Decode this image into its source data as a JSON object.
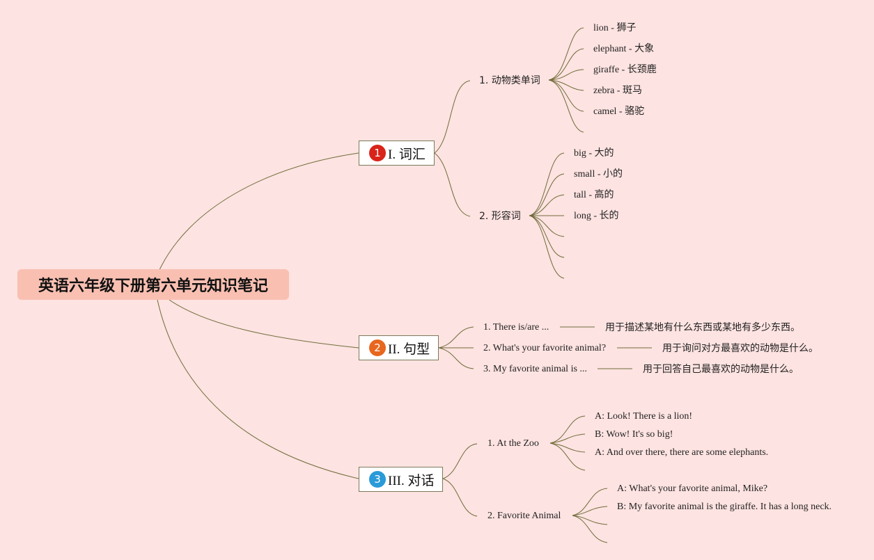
{
  "root": {
    "title": "英语六年级下册第六单元知识笔记"
  },
  "topics": [
    {
      "index": "1",
      "label": "I. 词汇",
      "color": "#d8241a"
    },
    {
      "index": "2",
      "label": "II. 句型",
      "color": "#e8661e"
    },
    {
      "index": "3",
      "label": "III. 对话",
      "color": "#2a9ad8"
    }
  ],
  "vocab": {
    "animals": {
      "title": "1. 动物类单词",
      "items": [
        "lion - 狮子",
        "elephant - 大象",
        "giraffe - 长颈鹿",
        "zebra - 斑马",
        "camel - 骆驼"
      ]
    },
    "adjectives": {
      "title": "2. 形容词",
      "items": [
        "big - 大的",
        "small - 小的",
        "tall - 高的",
        "long - 长的"
      ]
    }
  },
  "sentences": [
    {
      "pattern": "1. There is/are ...",
      "note": "用于描述某地有什么东西或某地有多少东西。"
    },
    {
      "pattern": "2. What's your favorite animal?",
      "note": "用于询问对方最喜欢的动物是什么。"
    },
    {
      "pattern": "3. My favorite animal is ...",
      "note": "用于回答自己最喜欢的动物是什么。"
    }
  ],
  "dialogues": {
    "zoo": {
      "title": "1. At the Zoo",
      "lines": [
        "A: Look! There is a lion!",
        "B: Wow! It's so big!",
        "A: And over there, there are some elephants."
      ]
    },
    "favorite": {
      "title": "2. Favorite Animal",
      "lines": [
        "A: What's your favorite animal, Mike?",
        "B: My favorite animal is the giraffe. It has a long neck."
      ]
    }
  },
  "colors": {
    "background": "#fde3e1",
    "root_fill": "#f9c0b2",
    "line": "#6f6b3a"
  }
}
